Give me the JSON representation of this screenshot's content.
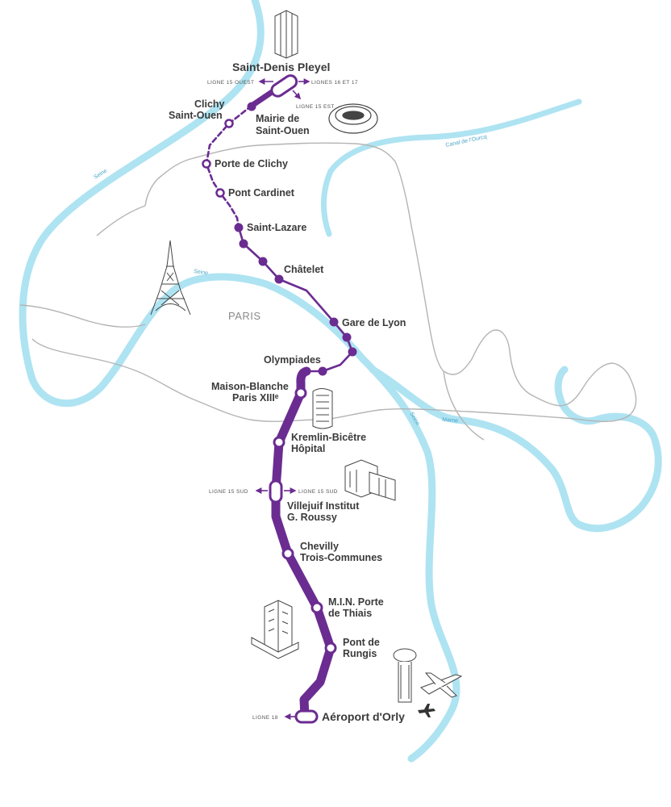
{
  "colors": {
    "line": "#6b2c91",
    "river": "#aee3f2",
    "boundary": "#b4b4b4",
    "text": "#3a3a3a",
    "landmark": "#444444"
  },
  "city_label": "PARIS",
  "rivers": {
    "seine_north": "Seine",
    "seine_mid": "Seine",
    "seine_south": "Seine",
    "canal": "Canal de l'Ourcq",
    "marne": "Marne"
  },
  "stations": {
    "saint_denis_pleyel": "Saint-Denis Pleyel",
    "clichy_1": "Clichy",
    "clichy_2": "Saint-Ouen",
    "mairie_1": "Mairie de",
    "mairie_2": "Saint-Ouen",
    "porte_de_clichy": "Porte de Clichy",
    "pont_cardinet": "Pont Cardinet",
    "saint_lazare": "Saint-Lazare",
    "chatelet": "Châtelet",
    "gare_de_lyon": "Gare de Lyon",
    "olympiades": "Olympiades",
    "maison_blanche_1": "Maison-Blanche",
    "maison_blanche_2": "Paris XIIIᵉ",
    "kremlin_1": "Kremlin-Bicêtre",
    "kremlin_2": "Hôpital",
    "villejuif_1": "Villejuif Institut",
    "villejuif_2": "G. Roussy",
    "chevilly_1": "Chevilly",
    "chevilly_2": "Trois-Communes",
    "min_1": "M.I.N. Porte",
    "min_2": "de Thiais",
    "rungis_1": "Pont de",
    "rungis_2": "Rungis",
    "orly": "Aéroport d'Orly"
  },
  "connections": {
    "l15_ouest": "LIGNE 15 OUEST",
    "l16_17": "LIGNES 16 ET 17",
    "l15_est": "LIGNE 15 EST",
    "l15_sud_left": "LIGNE 15 SUD",
    "l15_sud_right": "LIGNE 15 SUD",
    "l18": "LIGNE 18"
  }
}
